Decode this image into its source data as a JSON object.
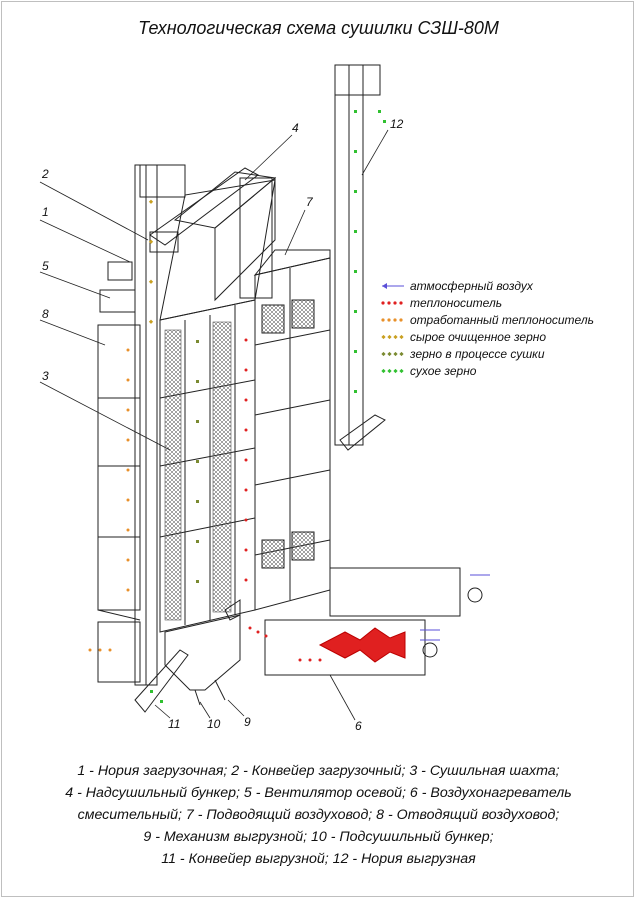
{
  "title": "Технологическая схема сушилки СЗШ-80М",
  "callouts": [
    {
      "id": "c2",
      "text": "2"
    },
    {
      "id": "c1",
      "text": "1"
    },
    {
      "id": "c5",
      "text": "5"
    },
    {
      "id": "c8",
      "text": "8"
    },
    {
      "id": "c3",
      "text": "3"
    },
    {
      "id": "c4",
      "text": "4"
    },
    {
      "id": "c7",
      "text": "7"
    },
    {
      "id": "c12",
      "text": "12"
    },
    {
      "id": "c11",
      "text": "11"
    },
    {
      "id": "c10",
      "text": "10"
    },
    {
      "id": "c9",
      "text": "9"
    },
    {
      "id": "c6",
      "text": "6"
    }
  ],
  "legend": [
    {
      "label": "атмосферный воздух",
      "color": "#5a4fd8",
      "style": "arrow"
    },
    {
      "label": "теплоноситель",
      "color": "#e02020",
      "style": "dots"
    },
    {
      "label": "отработанный теплоноситель",
      "color": "#e8902a",
      "style": "dots"
    },
    {
      "label": "сырое очищенное зерно",
      "color": "#c9a020",
      "style": "diamonds"
    },
    {
      "label": "зерно в процессе сушки",
      "color": "#7a8a30",
      "style": "diamonds"
    },
    {
      "label": "сухое зерно",
      "color": "#30c030",
      "style": "diamonds"
    }
  ],
  "caption": [
    "1 - Нория загрузочная; 2 - Конвейер загрузочный; 3 - Сушильная шахта;",
    "4 - Надсушильный бункер; 5 - Вентилятор осевой; 6 - Воздухонагреватель",
    "смесительный; 7 - Подводящий воздуховод; 8 - Отводящий воздуховод;",
    "9 - Механизм выгрузной; 10 - Подсушильный бункер;",
    "11 - Конвейер выгрузной; 12 - Нория выгрузная"
  ]
}
